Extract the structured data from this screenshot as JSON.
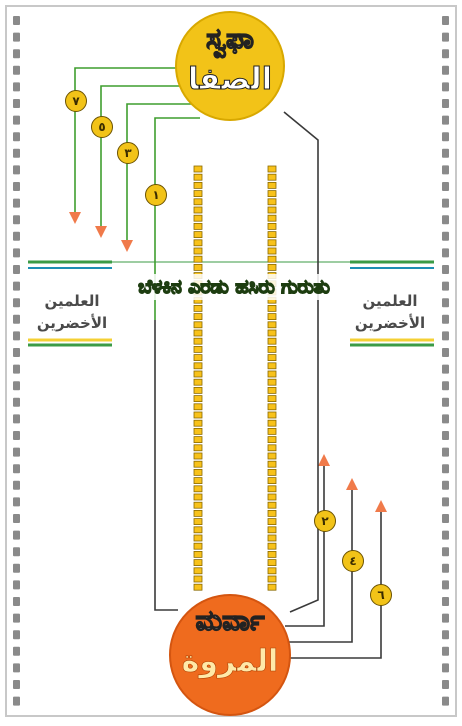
{
  "top_station": {
    "kannada_name": "ಸ್ವಫಾ",
    "arabic_name": "الصفا",
    "color": "#f2c318"
  },
  "bottom_station": {
    "kannada_name": "ಮರ್ವಾ",
    "arabic_name": "المروة",
    "color": "#ef6b1e"
  },
  "banner": {
    "text": "ಬೆಳಕಿನ ಎರಡು ಹಸಿರು ಗುರುತು",
    "color": "#5fd12e"
  },
  "left_marker": {
    "line1": "العلمين",
    "line2": "الأخضرين"
  },
  "right_marker": {
    "line1": "العلمين",
    "line2": "الأخضرين"
  },
  "lap_numbers": {
    "top": [
      "٧",
      "٥",
      "٣",
      "١"
    ],
    "bottom": [
      "٢",
      "٤",
      "٦"
    ]
  },
  "colors": {
    "green_path": "#3f9e2f",
    "gray_path": "#3a3a3a",
    "arrow": "#f07a4a",
    "dash_fill": "#f8c21a",
    "stripe_yellow": "#f4d034",
    "stripe_blue": "#1d8fb3",
    "stripe_green": "#3b9b46"
  }
}
